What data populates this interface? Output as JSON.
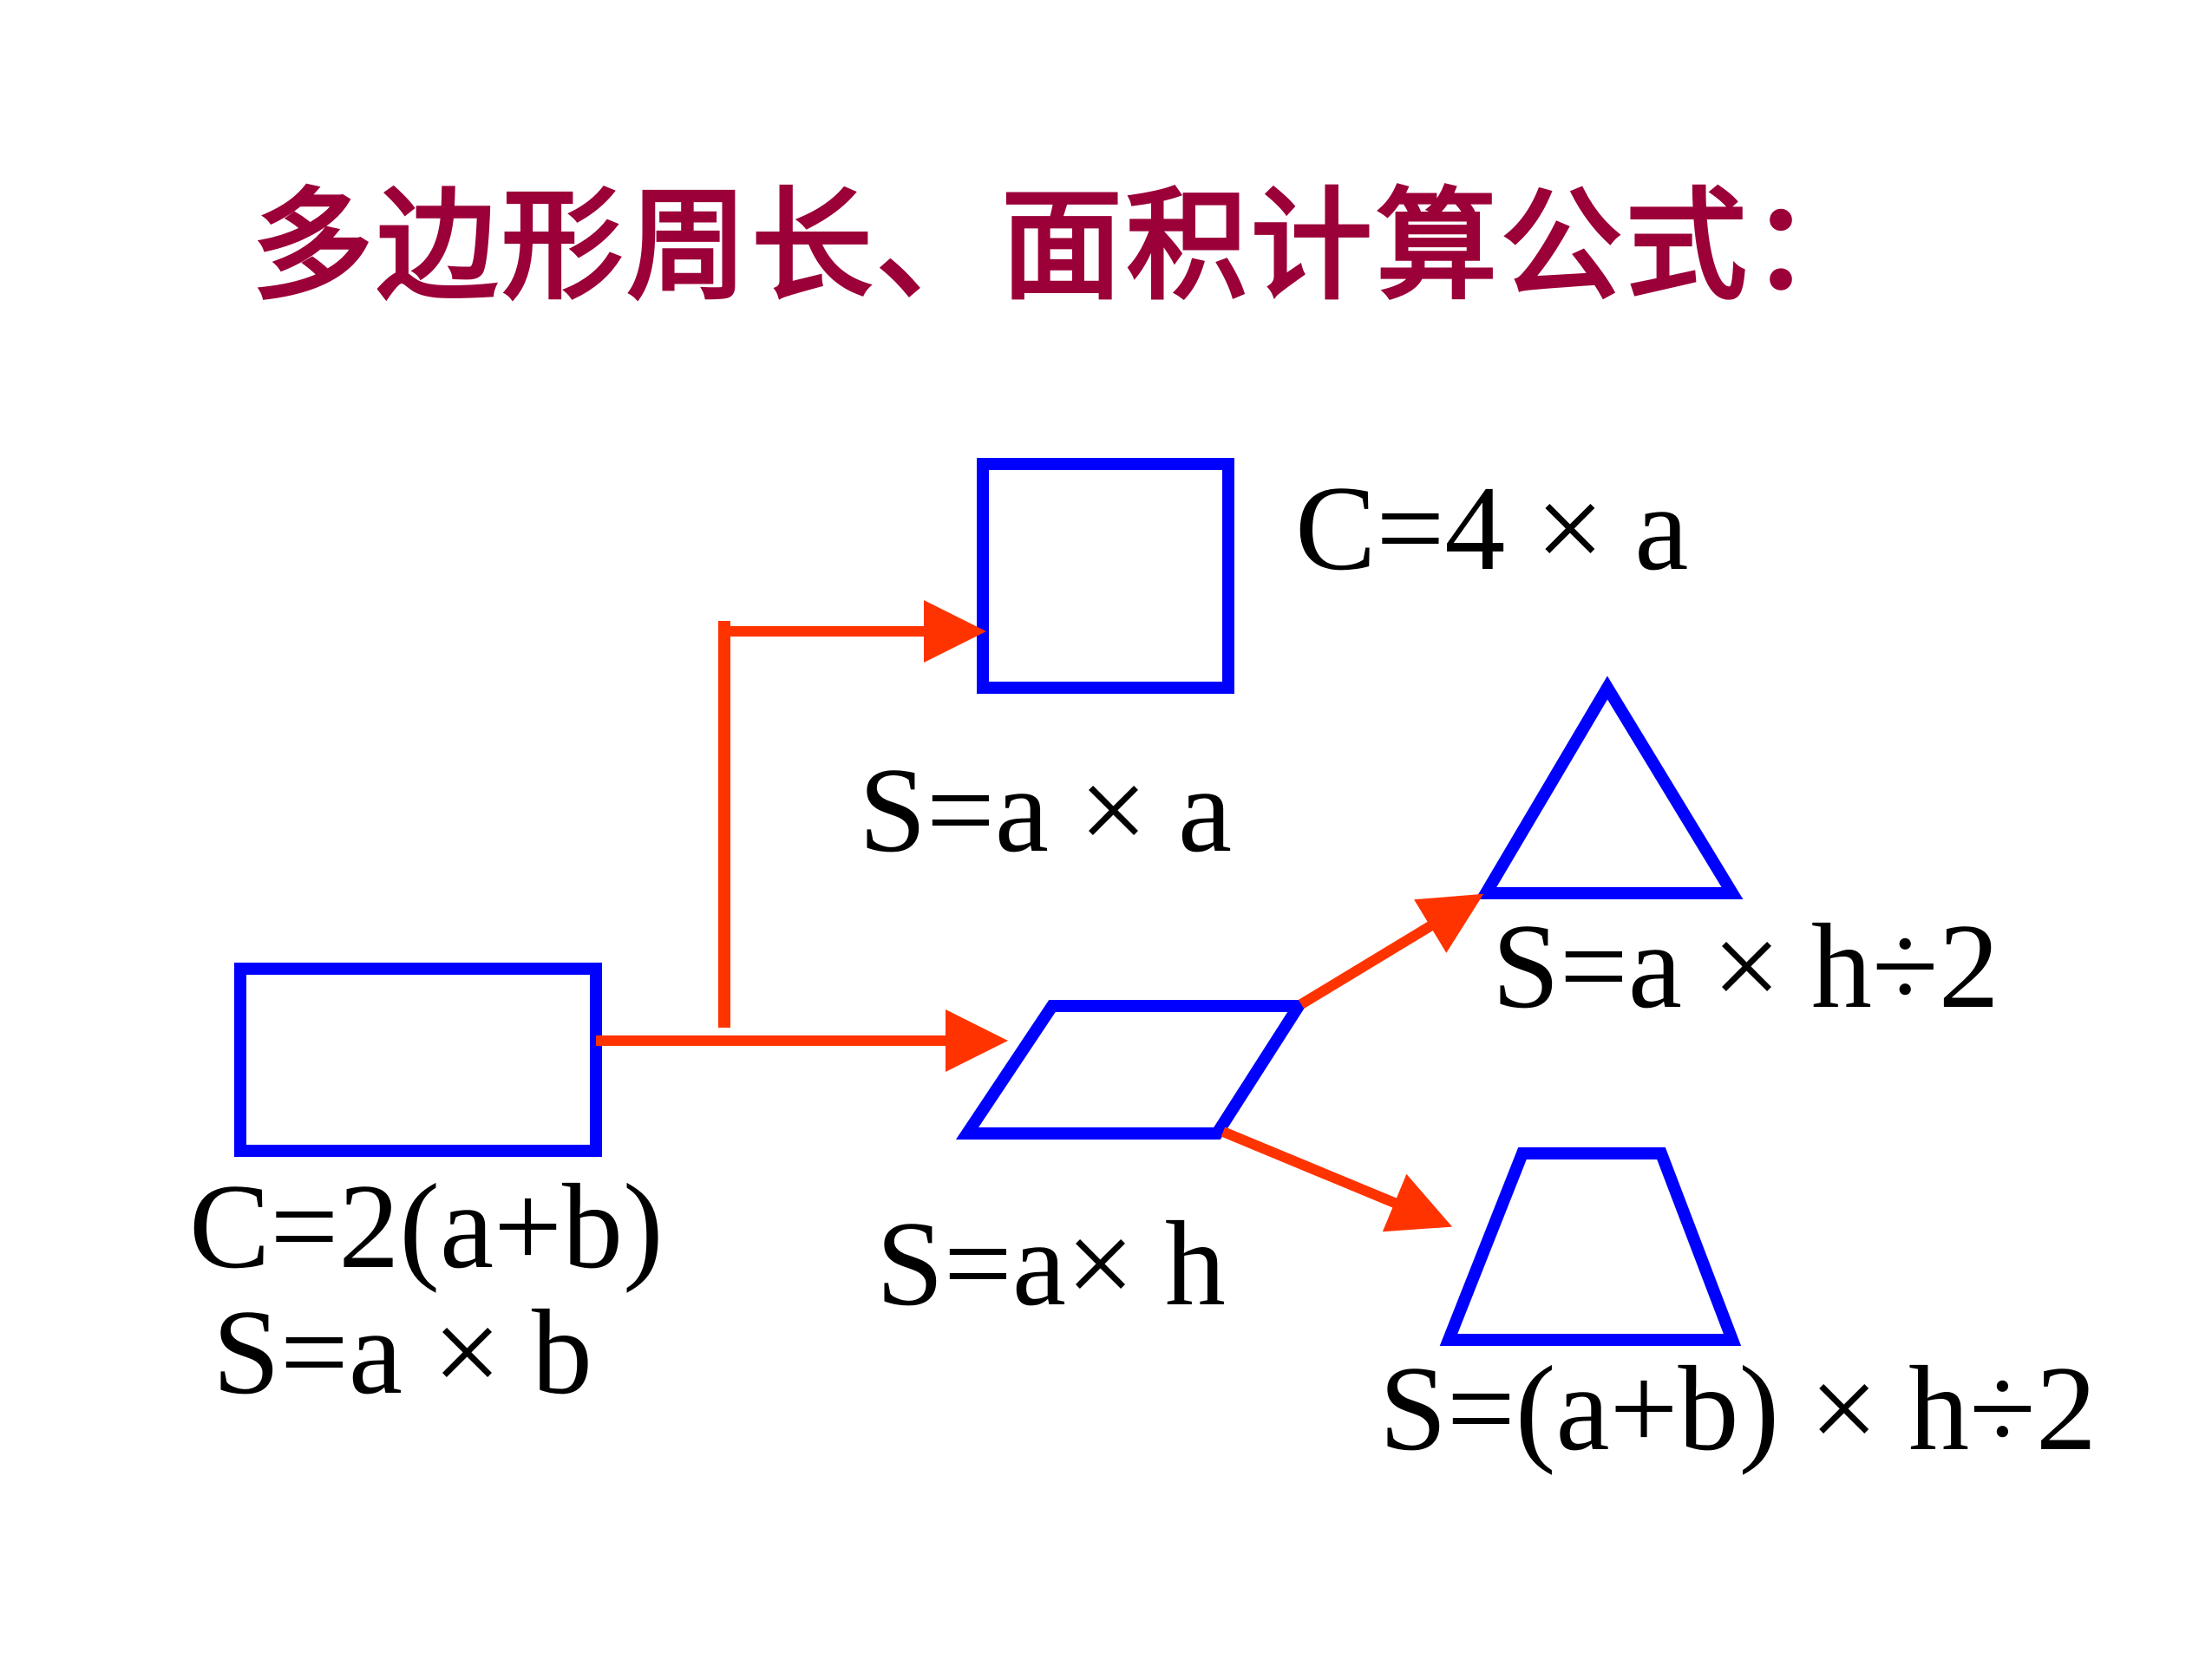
{
  "title": "多边形周长、面积计算公式：",
  "colors": {
    "title": "#9B0038",
    "shape_outline": "#0000FF",
    "arrow": "#FF3300",
    "text": "#000000"
  },
  "formulas": {
    "square_perimeter": "C=4 × a",
    "square_area": "S=a × a",
    "triangle_area": "S=a × h÷2",
    "rectangle_perimeter": "C=2(a+b)",
    "rectangle_area": "S=a × b",
    "parallelogram_area": "S=a× h",
    "trapezoid_area": "S=(a+b) × h÷2"
  }
}
